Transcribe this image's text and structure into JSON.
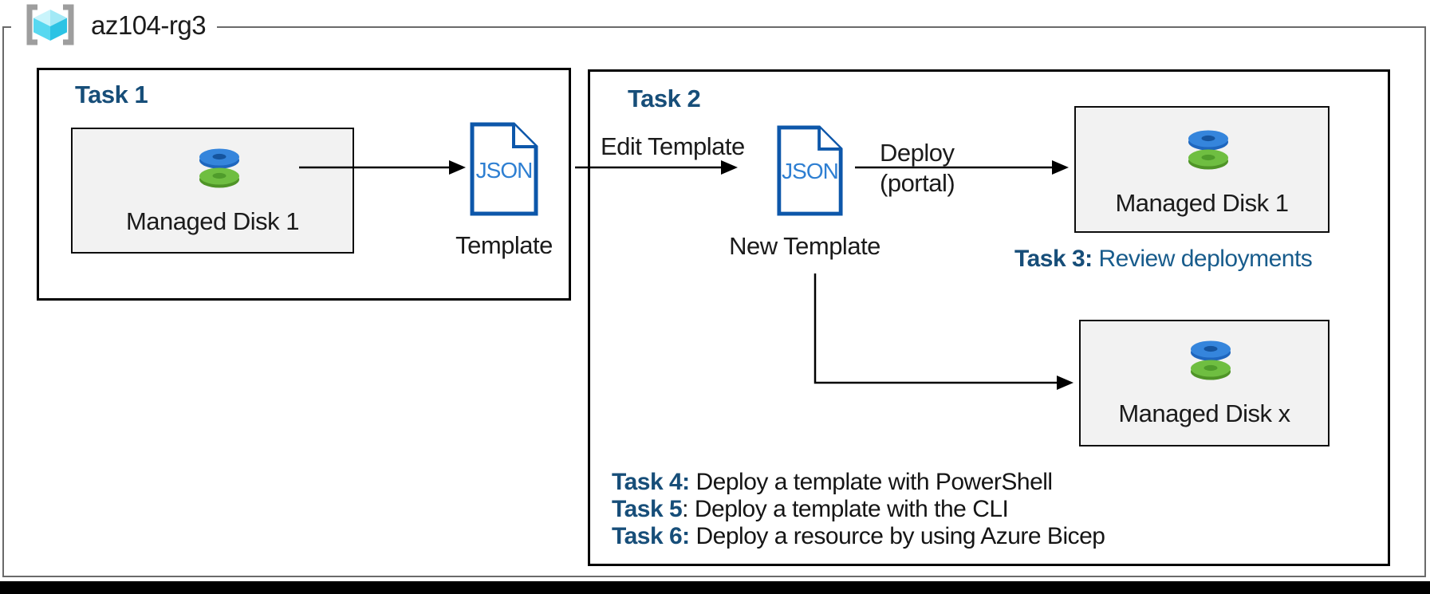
{
  "resource_group": {
    "name": "az104-rg3"
  },
  "json_icon_text": "JSON",
  "task1": {
    "title": "Task 1",
    "disk_label": "Managed Disk 1",
    "template_label": "Template"
  },
  "task2": {
    "title": "Task 2",
    "edit_arrow_label": "Edit Template",
    "new_template_label": "New Template",
    "deploy_label": "Deploy",
    "deploy_sublabel": "(portal)",
    "disk1_label": "Managed Disk 1",
    "diskx_label": "Managed Disk x"
  },
  "task3": {
    "label": "Task 3:",
    "text": " Review deployments"
  },
  "task_list": [
    {
      "label": "Task 4:",
      "sep": " ",
      "text": "Deploy a template with PowerShell"
    },
    {
      "label": "Task 5",
      "sep": ": ",
      "text": "Deploy a template with the CLI"
    },
    {
      "label": "Task 6:",
      "sep": " ",
      "text": "Deploy a resource by using Azure Bicep"
    }
  ],
  "colors": {
    "task_label_blue": "#174e79",
    "task_text_blue": "#185c8c",
    "json_border_blue": "#0d57aa",
    "json_text_blue": "#2e7fd2",
    "card_fill": "#f2f2f2",
    "boundary_gray": "#6a6a6a",
    "disk_blue": "#2e7fd6",
    "disk_green": "#6fbe41"
  }
}
